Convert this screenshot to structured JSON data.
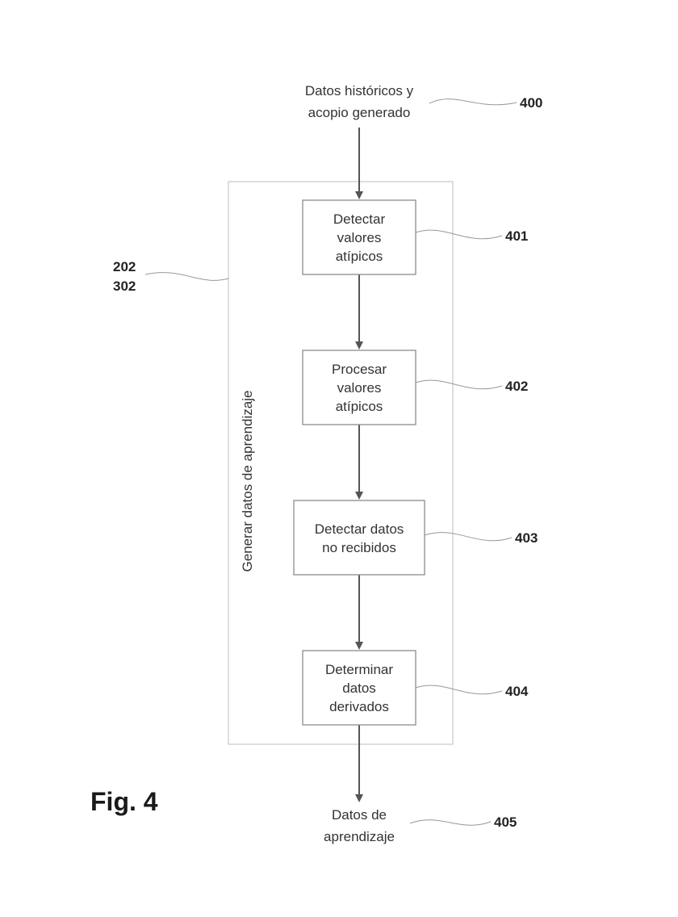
{
  "figure_label": "Fig. 4",
  "input": {
    "lines": [
      "Datos históricos y",
      "acopio generado"
    ],
    "ref": "400"
  },
  "group": {
    "label": "Generar datos de aprendizaje",
    "refs": [
      "202",
      "302"
    ]
  },
  "steps": [
    {
      "lines": [
        "Detectar",
        "valores",
        "atípicos"
      ],
      "ref": "401"
    },
    {
      "lines": [
        "Procesar",
        "valores",
        "atípicos"
      ],
      "ref": "402"
    },
    {
      "lines": [
        "Detectar datos",
        "no recibidos"
      ],
      "ref": "403"
    },
    {
      "lines": [
        "Determinar",
        "datos",
        "derivados"
      ],
      "ref": "404"
    }
  ],
  "output": {
    "lines": [
      "Datos de",
      "aprendizaje"
    ],
    "ref": "405"
  }
}
